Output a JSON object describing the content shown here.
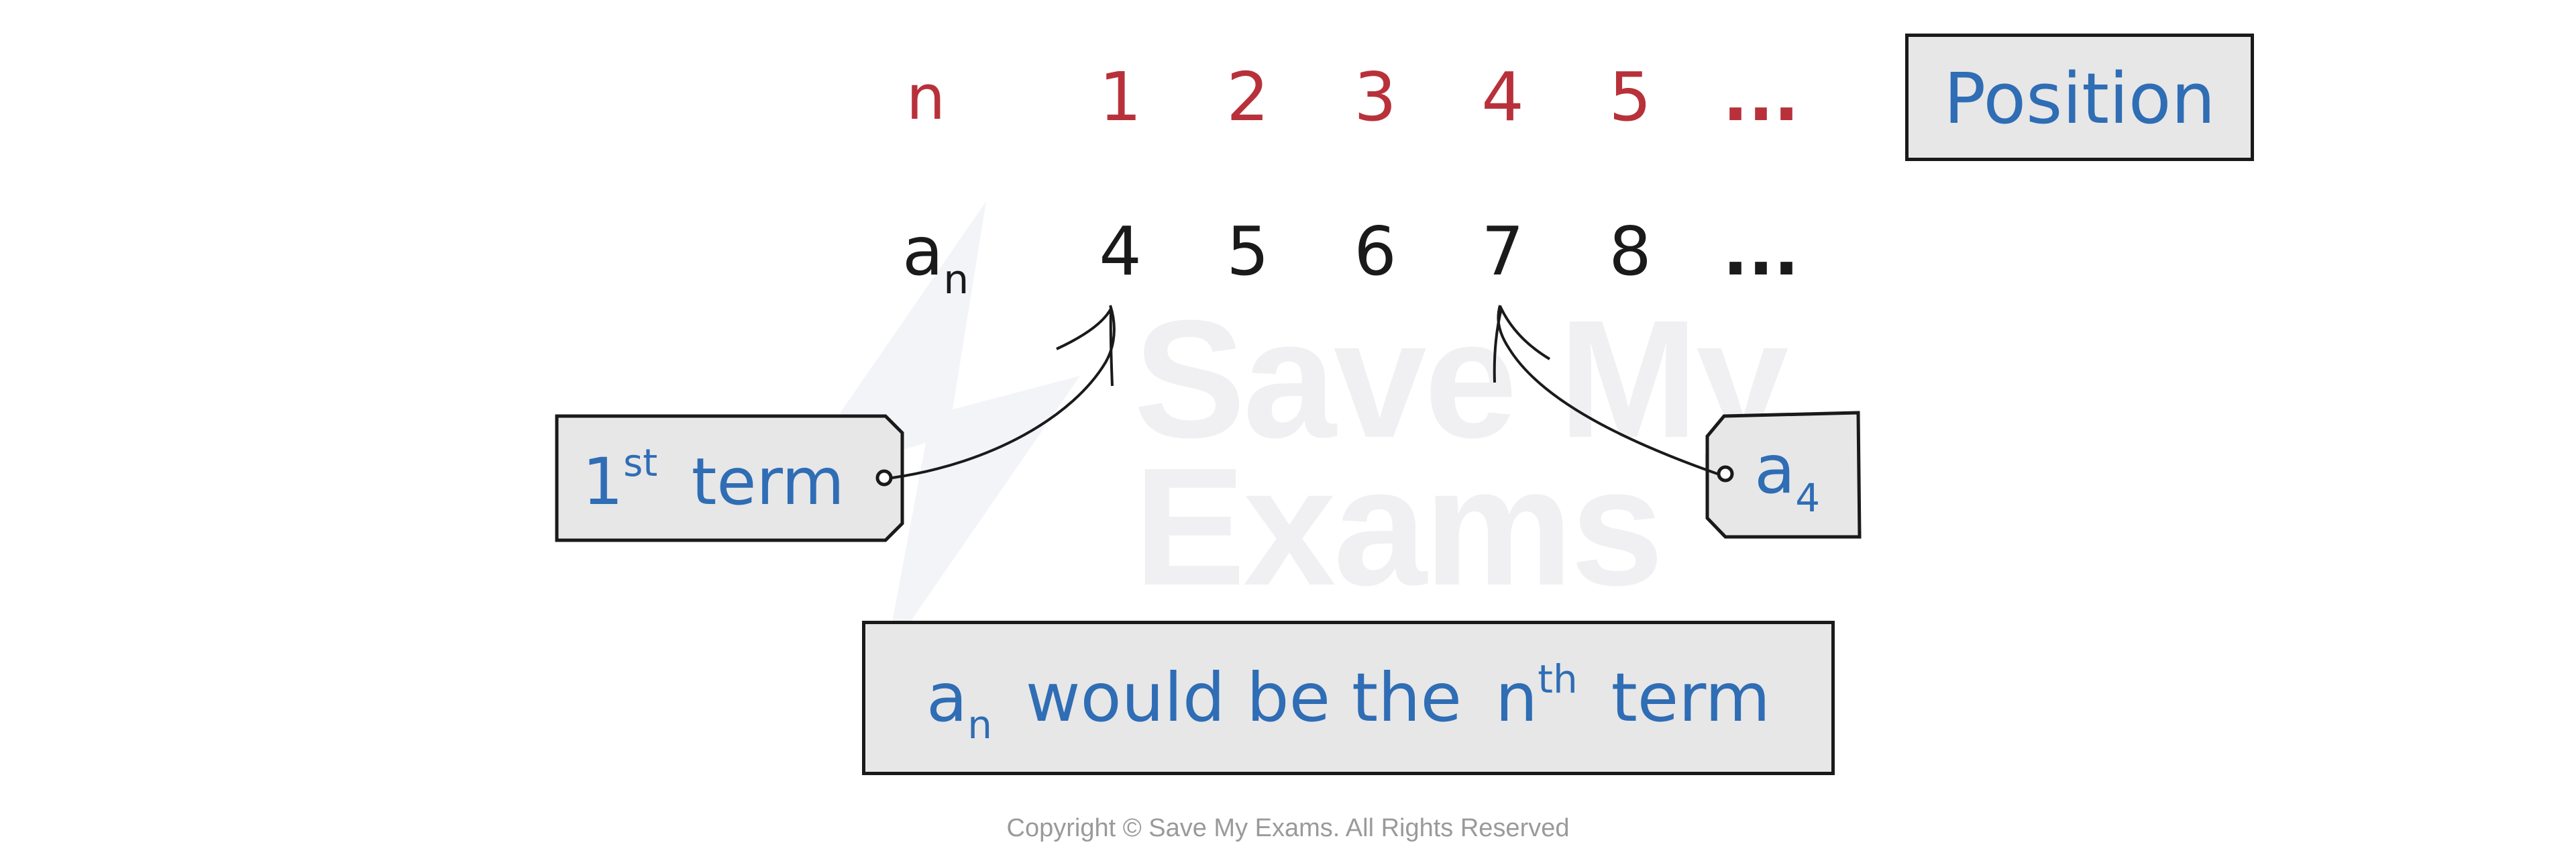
{
  "watermark": {
    "line1": "Save My",
    "line2": "Exams"
  },
  "sequence": {
    "position_label": "n",
    "positions": [
      "1",
      "2",
      "3",
      "4",
      "5",
      "..."
    ],
    "term_label_base": "a",
    "term_label_sub": "n",
    "terms": [
      "4",
      "5",
      "6",
      "7",
      "8",
      "..."
    ]
  },
  "position_box": {
    "label": "Position"
  },
  "first_term_tag": {
    "prefix": "1",
    "sup": "st",
    "suffix": "term"
  },
  "a4_tag": {
    "base": "a",
    "sub": "4"
  },
  "definition_box": {
    "base": "a",
    "sub": "n",
    "middle": "would be the",
    "n": "n",
    "sup": "th",
    "end": "term"
  },
  "copyright": "Copyright © Save My Exams. All Rights Reserved",
  "colors": {
    "position_red": "#b8313a",
    "label_blue": "#2f6db5",
    "box_fill": "#e7e7e7",
    "ink": "#1a1a1a"
  }
}
